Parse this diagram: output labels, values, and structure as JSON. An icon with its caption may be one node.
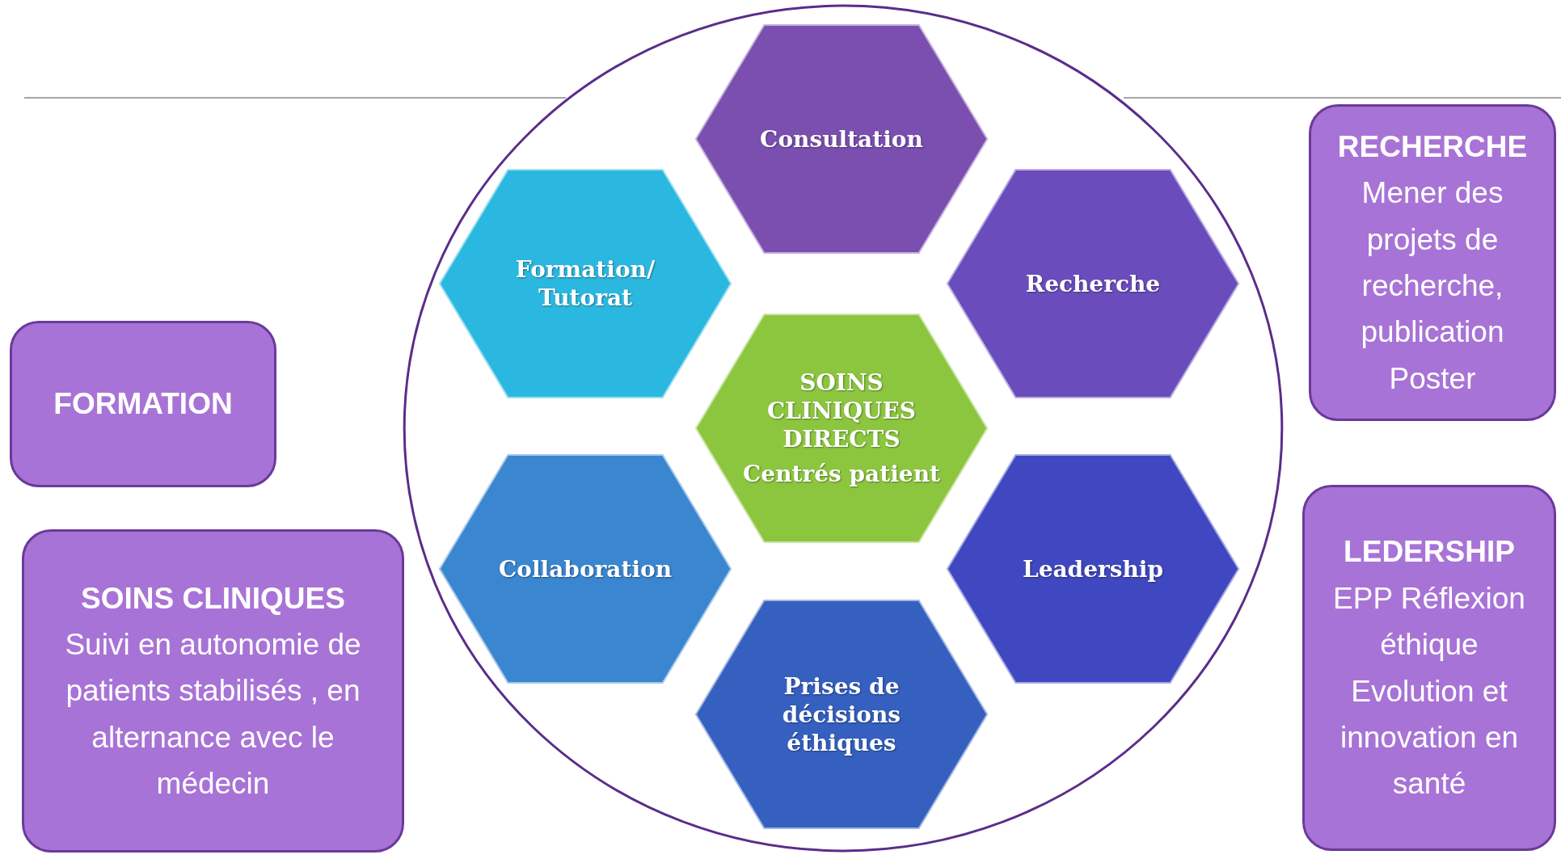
{
  "diagram": {
    "nodes": [
      {
        "text": [],
        "shape": "circle"
      },
      {
        "text": [
          "Consultation"
        ],
        "in": 0
      },
      {
        "text": [
          "Formation/ Tutorat"
        ],
        "in": 0
      },
      {
        "text": [
          "Recherche"
        ],
        "in": 0
      },
      {
        "text": [
          "SOINS CLINIQUES DIRECTS",
          "Centrés patient"
        ],
        "in": 0
      },
      {
        "text": [
          "Collaboration"
        ],
        "in": 0
      },
      {
        "text": [
          "Leadership"
        ],
        "in": 0
      },
      {
        "text": [
          "Prises de décisions éthiques"
        ],
        "in": 0
      },
      {
        "text": [
          "FORMATION"
        ]
      },
      {
        "text": [
          "SOINS CLINIQUES",
          "Suivi en autonomie de patients stabilisés , en alternance avec le médecin"
        ]
      },
      {
        "text": [
          "RECHERCHE",
          "Mener des projets de recherche, publication Poster"
        ]
      },
      {
        "text": [
          "LEDERSHIP",
          "EPP Réflexion éthique Evolution et innovation en santé"
        ]
      }
    ],
    "edges": []
  }
}
